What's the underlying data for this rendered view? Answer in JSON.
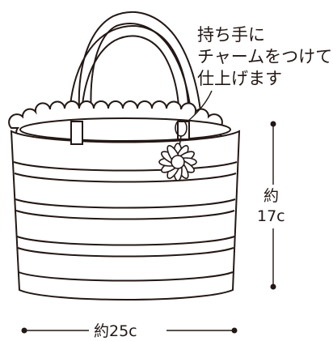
{
  "annotation": {
    "lines": [
      "持ち手に",
      "チャームをつけて",
      "仕上げます"
    ]
  },
  "dimensions": {
    "height_label_lines": [
      "約",
      "17c"
    ],
    "width_label": "約25c"
  },
  "colors": {
    "line": "#231815",
    "fill": "#ffffff"
  }
}
